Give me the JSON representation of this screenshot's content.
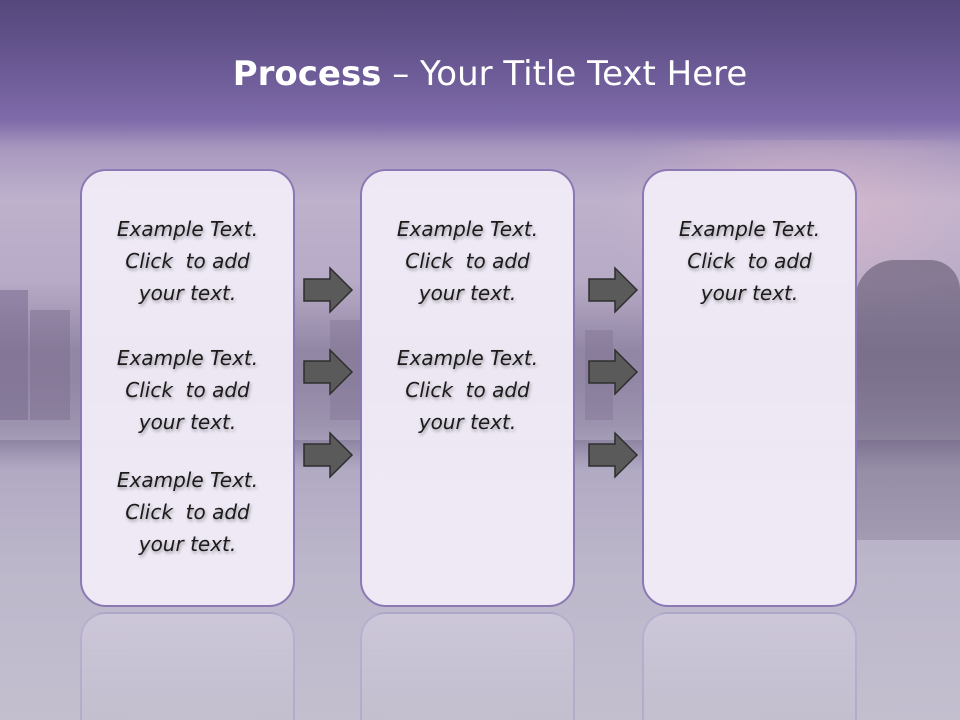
{
  "title": {
    "bold": "Process",
    "rest": " – Your Title Text Here"
  },
  "columns": [
    {
      "items": [
        {
          "line1": "Example Text.",
          "line2": "Click  to add",
          "line3": "your text."
        },
        {
          "line1": "Example Text.",
          "line2": "Click  to add",
          "line3": "your text."
        },
        {
          "line1": "Example Text.",
          "line2": "Click  to add",
          "line3": "your text."
        }
      ]
    },
    {
      "items": [
        {
          "line1": "Example Text.",
          "line2": "Click  to add",
          "line3": "your text."
        },
        {
          "line1": "Example Text.",
          "line2": "Click  to add",
          "line3": "your text."
        }
      ]
    },
    {
      "items": [
        {
          "line1": "Example Text.",
          "line2": "Click  to add",
          "line3": "your text."
        }
      ]
    }
  ],
  "colors": {
    "box_border": "#8b78b4",
    "box_fill": "#efeaf6",
    "arrow_fill": "#5a5a5a",
    "title_text": "#ffffff"
  },
  "icons": {
    "arrow": "right-arrow-icon"
  }
}
